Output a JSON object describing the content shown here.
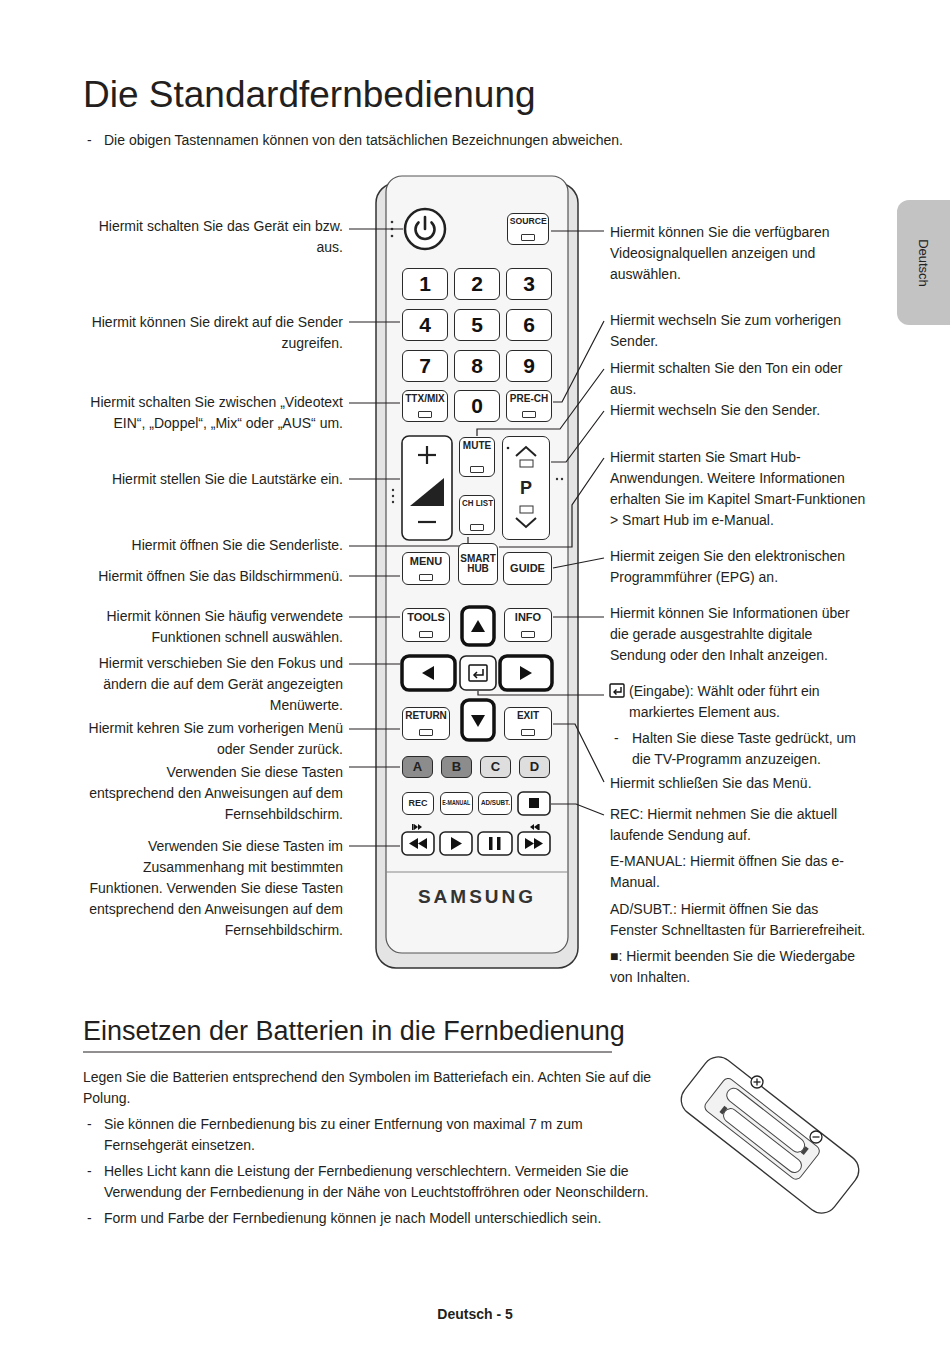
{
  "diagram": {
    "title": "Die Standardfernbedienung",
    "nodes": [
      {
        "text": [
          "SAMSUNG"
        ]
      },
      {
        "text": [
          "SOURCE"
        ],
        "in": 0
      },
      {
        "text": [
          "1"
        ],
        "in": 0
      },
      {
        "text": [
          "2"
        ],
        "in": 0
      },
      {
        "text": [
          "3"
        ],
        "in": 0
      },
      {
        "text": [
          "4"
        ],
        "in": 0
      },
      {
        "text": [
          "5"
        ],
        "in": 0
      },
      {
        "text": [
          "6"
        ],
        "in": 0
      },
      {
        "text": [
          "7"
        ],
        "in": 0
      },
      {
        "text": [
          "8"
        ],
        "in": 0
      },
      {
        "text": [
          "9"
        ],
        "in": 0
      },
      {
        "text": [
          "TTX/MIX"
        ],
        "in": 0
      },
      {
        "text": [
          "0"
        ],
        "in": 0
      },
      {
        "text": [
          "PRE-CH"
        ],
        "in": 0
      },
      {
        "text": [
          "MUTE"
        ],
        "in": 0
      },
      {
        "text": [
          "P"
        ],
        "in": 0
      },
      {
        "text": [
          "CH LIST"
        ],
        "in": 0
      },
      {
        "text": [
          "MENU"
        ],
        "in": 0
      },
      {
        "text": [
          "SMART HUB"
        ],
        "in": 0
      },
      {
        "text": [
          "GUIDE"
        ],
        "in": 0
      },
      {
        "text": [
          "TOOLS"
        ],
        "in": 0
      },
      {
        "text": [
          "INFO"
        ],
        "in": 0
      },
      {
        "text": [
          "RETURN"
        ],
        "in": 0
      },
      {
        "text": [
          "EXIT"
        ],
        "in": 0
      },
      {
        "text": [
          "A"
        ],
        "in": 0
      },
      {
        "text": [
          "B"
        ],
        "in": 0
      },
      {
        "text": [
          "C"
        ],
        "in": 0
      },
      {
        "text": [
          "D"
        ],
        "in": 0
      },
      {
        "text": [
          "REC"
        ],
        "in": 0
      },
      {
        "text": [
          "E-MANUAL"
        ],
        "in": 0
      },
      {
        "text": [
          "AD/SUBT."
        ],
        "in": 0
      },
      {
        "text": [
          "Deutsch"
        ]
      }
    ],
    "labels": [
      "-",
      "Die obigen Tastennamen können von den tatsächlichen Bezeichnungen abweichen.",
      "Hiermit schalten Sie das Gerät ein bzw. aus.",
      "Hiermit können Sie direkt auf die Sender zugreifen.",
      "Hiermit schalten Sie zwischen „Videotext EIN“, „Doppel“, „Mix“ oder „AUS“ um.",
      "Hiermit stellen Sie die Lautstärke ein.",
      "Hiermit öffnen Sie die Senderliste.",
      "Hiermit öffnen Sie das Bildschirmmenü.",
      "Hiermit können Sie häufig verwendete Funktionen schnell auswählen.",
      "Hiermit verschieben Sie den Fokus und ändern die auf dem Gerät angezeigten Menüwerte.",
      "Hiermit kehren Sie zum vorherigen Menü oder Sender zurück.",
      "Verwenden Sie diese Tasten entsprechend den Anweisungen auf dem Fernsehbildschirm.",
      "Verwenden Sie diese Tasten im Zusammenhang mit bestimmten Funktionen. Verwenden Sie diese Tasten entsprechend den Anweisungen auf dem Fernsehbildschirm.",
      "Hiermit können Sie die verfügbaren Videosignalquellen anzeigen und auswählen.",
      "Hiermit wechseln Sie zum vorherigen Sender.",
      "Hiermit schalten Sie den Ton ein oder aus.",
      "Hiermit wechseln Sie den Sender.",
      "Hiermit starten Sie Smart Hub-Anwendungen. Weitere Informationen erhalten Sie im Kapitel Smart-Funktionen > Smart Hub im e-Manual.",
      "Hiermit zeigen Sie den elektronischen Programmführer (EPG) an.",
      "Hiermit können Sie Informationen über die gerade ausgestrahlte digitale Sendung oder den Inhalt anzeigen.",
      "(Eingabe): Wählt oder führt ein markiertes Element aus.",
      "-",
      "Halten Sie diese Taste gedrückt, um die TV-Programm anzuzeigen.",
      "Hiermit schließen Sie das Menü.",
      "REC: Hiermit nehmen Sie die aktuell laufende Sendung auf.",
      "E-MANUAL: Hiermit öffnen Sie das e-Manual.",
      "AD/SUBT.: Hiermit öffnen Sie das Fenster Schnelltasten für Barrierefreiheit.",
      "■: Hiermit beenden Sie die Wiedergabe von Inhalten.",
      "Einsetzen der Batterien in die Fernbedienung",
      "Legen Sie die Batterien entsprechend den Symbolen im Batteriefach ein. Achten Sie auf die Polung.",
      "-",
      "Sie können die Fernbedienung bis zu einer Entfernung von maximal 7 m zum Fernsehgerät einsetzen.",
      "-",
      "Helles Licht kann die Leistung der Fernbedienung verschlechtern. Vermeiden Sie die Verwendung der Fernbedienung in der Nähe von Leuchtstoffröhren oder Neonschildern.",
      "-",
      "Form und Farbe der Fernbedienung können je nach Modell unterschiedlich sein.",
      "Deutsch - 5"
    ]
  }
}
